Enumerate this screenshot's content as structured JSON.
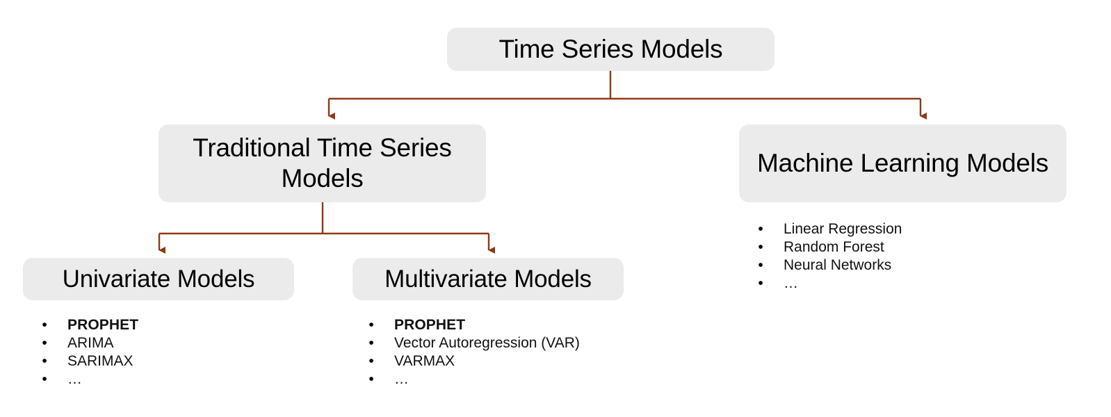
{
  "diagram": {
    "title": "Time Series Models taxonomy",
    "colors": {
      "node_fill": "#ebebeb",
      "node_text": "#000000",
      "connector": "#8c3a16",
      "background": "#ffffff"
    },
    "nodes": {
      "root": {
        "label": "Time Series Models"
      },
      "traditional": {
        "label": "Traditional Time Series Models"
      },
      "machine_learning": {
        "label": "Machine Learning Models"
      },
      "univariate": {
        "label": "Univariate Models"
      },
      "multivariate": {
        "label": "Multivariate Models"
      }
    },
    "lists": {
      "univariate": [
        {
          "text": "PROPHET",
          "bold": true
        },
        {
          "text": "ARIMA",
          "bold": false
        },
        {
          "text": "SARIMAX",
          "bold": false
        },
        {
          "text": "…",
          "bold": false
        }
      ],
      "multivariate": [
        {
          "text": "PROPHET",
          "bold": true
        },
        {
          "text": "Vector Autoregression (VAR)",
          "bold": false
        },
        {
          "text": "VARMAX",
          "bold": false
        },
        {
          "text": "…",
          "bold": false
        }
      ],
      "machine_learning": [
        {
          "text": "Linear Regression",
          "bold": false
        },
        {
          "text": "Random Forest",
          "bold": false
        },
        {
          "text": "Neural Networks",
          "bold": false
        },
        {
          "text": "…",
          "bold": false
        }
      ]
    },
    "bullet_glyph": "•",
    "edges": [
      {
        "from": "root",
        "to": "traditional"
      },
      {
        "from": "root",
        "to": "machine_learning"
      },
      {
        "from": "traditional",
        "to": "univariate"
      },
      {
        "from": "traditional",
        "to": "multivariate"
      }
    ]
  }
}
